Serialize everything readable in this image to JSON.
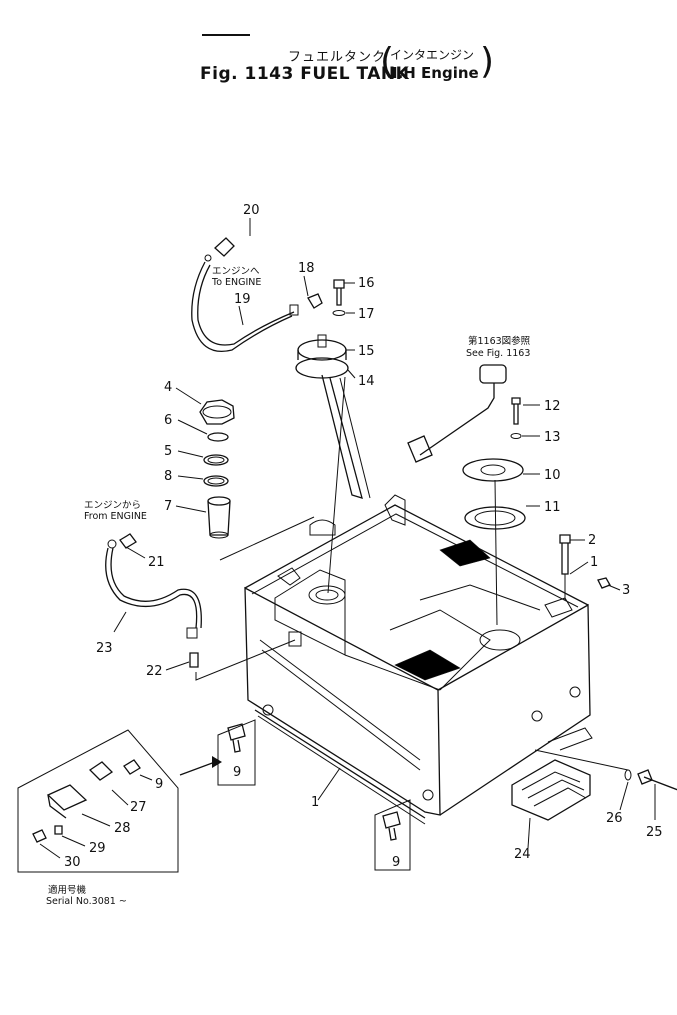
{
  "title": {
    "jp": "フュエルタンク",
    "en": "Fig. 1143 FUEL TANK",
    "sub_jp": "インタエンジン",
    "sub_en": "I.H Engine"
  },
  "notes": {
    "to_engine_jp": "エンジンへ",
    "to_engine_en": "To ENGINE",
    "from_engine_jp": "エンジンから",
    "from_engine_en": "From ENGINE",
    "see_fig_jp": "第1163図参照",
    "see_fig_en": "See Fig. 1163",
    "serial_jp": "適用号機",
    "serial_en": "Serial No.3081 ~"
  },
  "callouts": {
    "n1a": "1",
    "n1b": "1",
    "n2": "2",
    "n3": "3",
    "n4": "4",
    "n5": "5",
    "n6": "6",
    "n7": "7",
    "n8": "8",
    "n9a": "9",
    "n9b": "9",
    "n9c": "9",
    "n10": "10",
    "n11": "11",
    "n12": "12",
    "n13": "13",
    "n14": "14",
    "n15": "15",
    "n16": "16",
    "n17": "17",
    "n18": "18",
    "n19": "19",
    "n20": "20",
    "n21": "21",
    "n22": "22",
    "n23": "23",
    "n24": "24",
    "n25": "25",
    "n26": "26",
    "n27": "27",
    "n28": "28",
    "n29": "29",
    "n30": "30"
  }
}
